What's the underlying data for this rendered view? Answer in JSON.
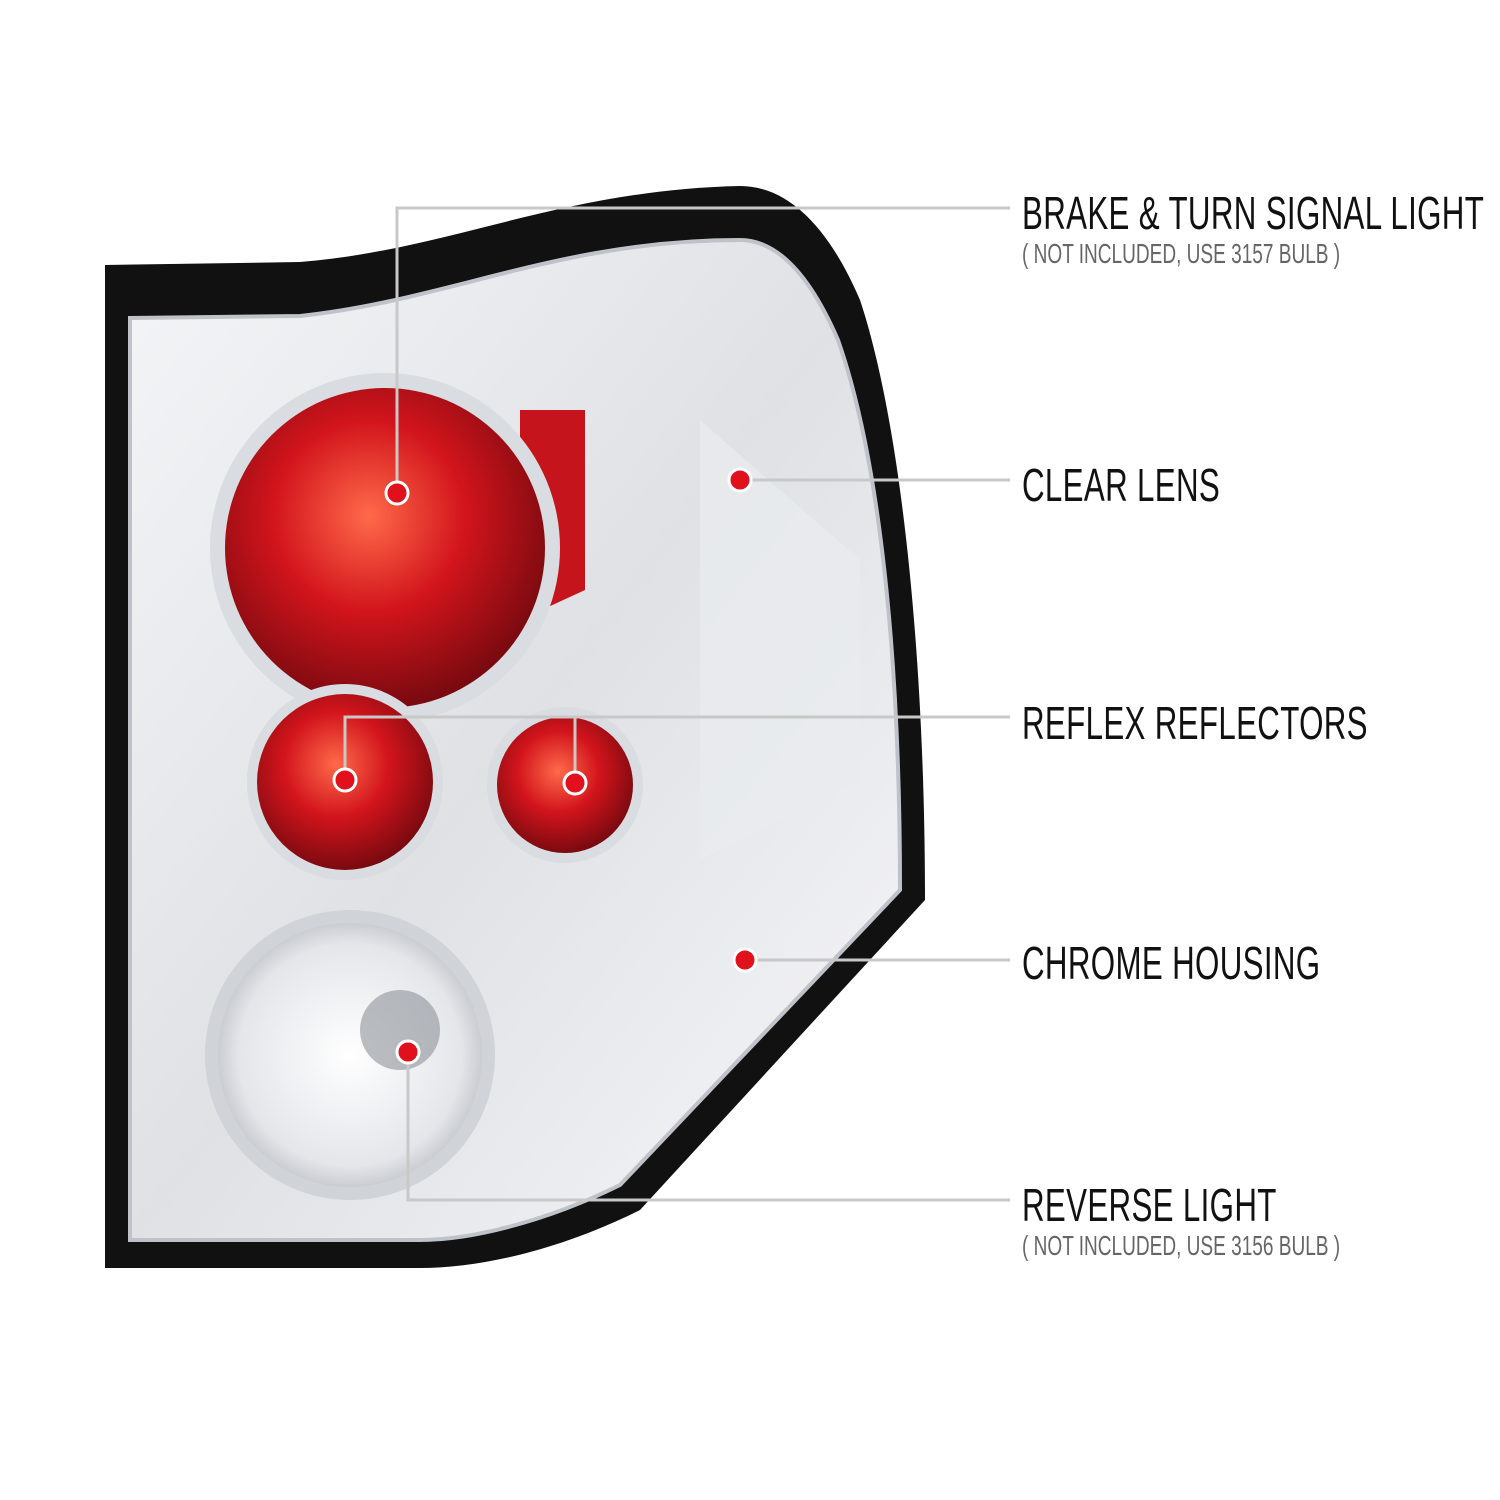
{
  "callouts": [
    {
      "title": "BRAKE & TURN SIGNAL LIGHT",
      "note": "( NOT INCLUDED, USE  3157  BULB )"
    },
    {
      "title": "CLEAR LENS"
    },
    {
      "title": "REFLEX REFLECTORS"
    },
    {
      "title": "CHROME HOUSING"
    },
    {
      "title": "REVERSE LIGHT",
      "note": "( NOT INCLUDED, USE  3156  BULB )"
    }
  ],
  "colors": {
    "marker": "#e0101c",
    "leader_line": "#c8c8c8",
    "lens_red": "#c8101a",
    "frame": "#111111"
  }
}
